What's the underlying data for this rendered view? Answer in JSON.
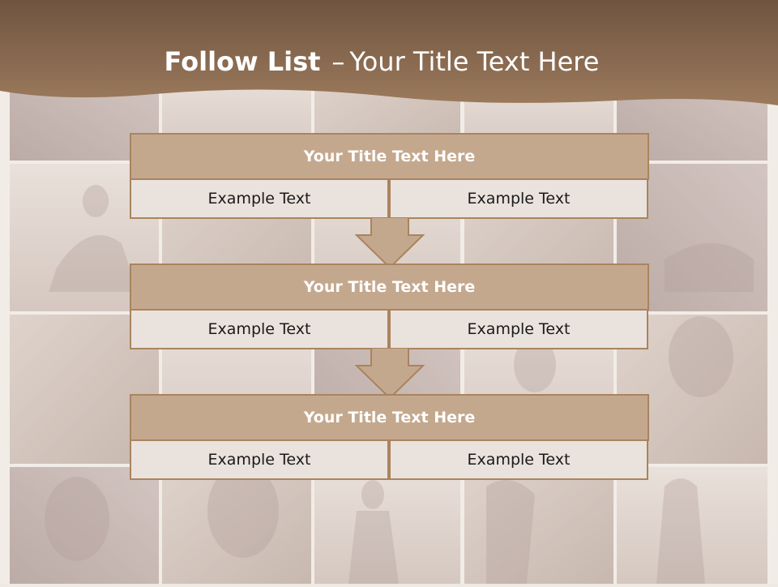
{
  "slide": {
    "title_bold": "Follow List",
    "title_separator": "–",
    "title_rest": "Your Title Text Here"
  },
  "steps": [
    {
      "title": "Your Title Text Here",
      "left": "Example Text",
      "right": "Example Text"
    },
    {
      "title": "Your Title Text Here",
      "left": "Example Text",
      "right": "Example Text"
    },
    {
      "title": "Your Title Text Here",
      "left": "Example Text",
      "right": "Example Text"
    }
  ],
  "colors": {
    "header_brown": "#8e6b4e",
    "step_title_fill": "#c4a88e",
    "step_border": "#a9845f",
    "cell_fill": "#eae2dd",
    "arrow_fill": "#c4a88e"
  }
}
